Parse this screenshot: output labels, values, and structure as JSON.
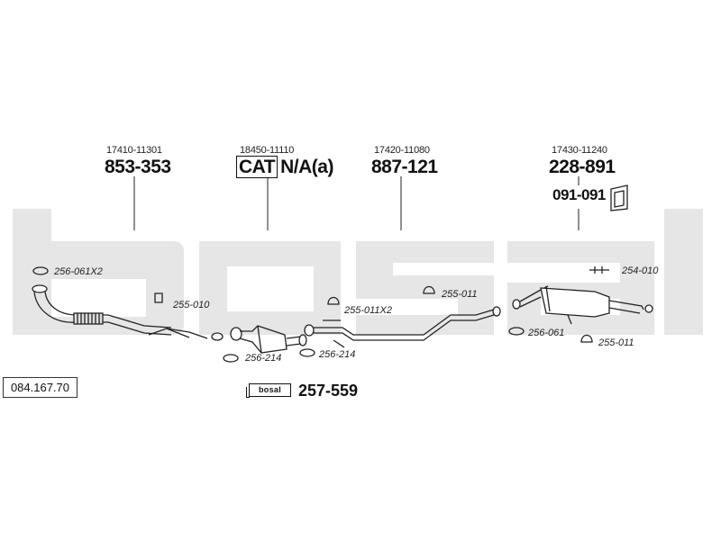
{
  "brand": {
    "watermark": "bosal",
    "watermark_color": "#e6e6e6",
    "kit_box_label": "bosal"
  },
  "document": {
    "number": "084.167.70"
  },
  "groups": [
    {
      "ref": "17410-11301",
      "code": "853-353"
    },
    {
      "ref": "18450-11110",
      "code_box": "CAT",
      "code": "N/A(a)"
    },
    {
      "ref": "17420-11080",
      "code": "887-121"
    },
    {
      "ref": "17430-11240",
      "code": "228-891",
      "sub_code": "091-091"
    }
  ],
  "parts": [
    "256-061X2",
    "255-010",
    "256-214",
    "255-011X2",
    "256-214",
    "255-011",
    "254-010",
    "256-061",
    "255-011"
  ],
  "kit": {
    "code": "257-559"
  }
}
